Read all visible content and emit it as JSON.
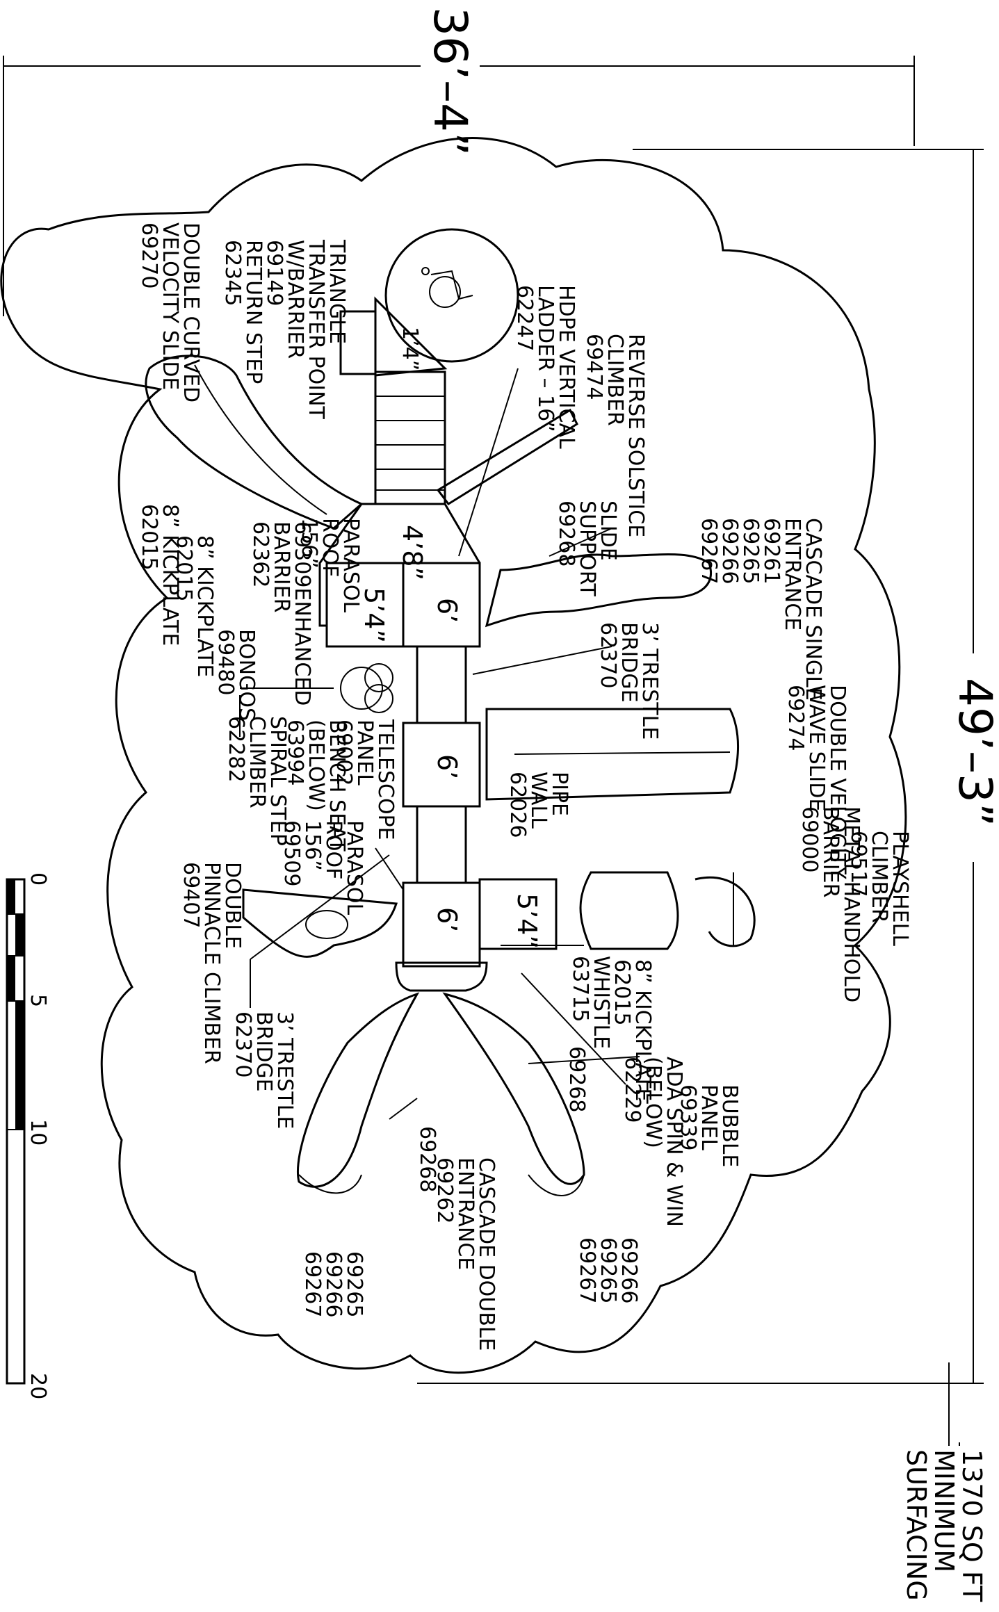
{
  "dimensions": {
    "width_label": "36’–4”",
    "height_label": "49’–3”"
  },
  "surfacing": [
    "1370 SQ FT",
    "MINIMUM",
    "SURFACING"
  ],
  "scale": [
    "0",
    "5",
    "10",
    "20"
  ],
  "labels": {
    "triangle": [
      "TRIANGLE",
      "TRANSFER POINT",
      "W/BARRIER",
      "69149",
      "RETURN STEP",
      "62345"
    ],
    "double_curved": [
      "DOUBLE CURVED",
      "VELOCITY SLIDE",
      "69270"
    ],
    "hdpe": [
      "HDPE VERTICAL",
      "LADDER – 16”",
      "62247"
    ],
    "reverse": [
      "REVERSE SOLSTICE",
      "CLIMBER",
      "69474"
    ],
    "slide_support": [
      "SLIDE",
      "SUPPORT",
      "69268"
    ],
    "cascade_single": [
      "CASCADE SINGLE",
      "ENTRANCE",
      "69261",
      "69265",
      "69266",
      "69267"
    ],
    "trestle1": [
      "3’ TRESTLE",
      "BRIDGE",
      "62370"
    ],
    "double_velocity": [
      "DOUBLE VELOCITY",
      "WAVE SLIDE",
      "69274"
    ],
    "playshell": [
      "PLAYSHELL",
      "CLIMBER",
      "69517"
    ],
    "metal": [
      "METAL HANDHOLD",
      "BARRIER",
      "69000"
    ],
    "pipe_wall": [
      "PIPE",
      "WALL",
      "62026"
    ],
    "kick_right": [
      "8” KICKPLATE",
      "62015"
    ],
    "whistle": [
      "WHISTLE",
      "63715"
    ],
    "bubble": [
      "BUBBLE",
      "PANEL",
      "69339"
    ],
    "ada": [
      "ADA SPIN & WIN",
      "(BELOW)",
      "62229"
    ],
    "cascade_double": [
      "CASCADE DOUBLE",
      "ENTRANCE",
      "69262"
    ],
    "right_ids": [
      "69266",
      "69265",
      "69267"
    ],
    "left_ids": [
      "69265",
      "69266",
      "69267"
    ],
    "slide_a": "69268",
    "slide_b": "69268",
    "trestle2": [
      "3’ TRESTLE",
      "BRIDGE",
      "62370"
    ],
    "pinnacle": [
      "DOUBLE",
      "PINNACLE CLIMBER",
      "69407"
    ],
    "spiral": [
      "SPIRAL STEP",
      "CLIMBER",
      "62282"
    ],
    "telescope": [
      "TELESCOPE",
      "PANEL",
      "69002"
    ],
    "bench": [
      "BENCH SEAT",
      "(BELOW)",
      "63994"
    ],
    "parasol2": [
      "PARASOL",
      "ROOF",
      "156”",
      "69509"
    ],
    "bongos": [
      "BONGOS",
      "69480"
    ],
    "enhanced": [
      "69309ENHANCED",
      "BARRIER",
      "62362"
    ],
    "parasol1": [
      "PARASOL",
      "ROOF",
      "156”"
    ],
    "kick_left1": [
      "8” KICKPLATE",
      "62015"
    ],
    "kick_left2": [
      "8” KICKPLATE",
      "62015"
    ]
  },
  "deck_labels": {
    "d1": "1’4”",
    "d2": "4’8”",
    "d3": "5’4”",
    "d4": "6’",
    "d5": "6’",
    "d6": "6’",
    "d7": "5’4”"
  }
}
